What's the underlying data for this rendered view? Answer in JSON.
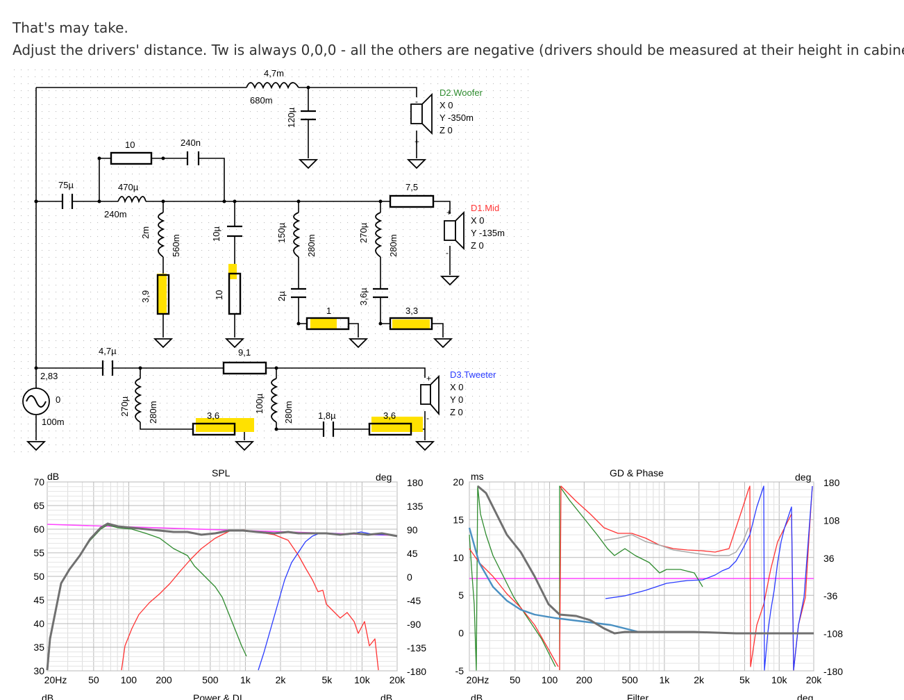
{
  "post": {
    "line1": "That's may take.",
    "line2": "Adjust the drivers' distance. Tw is always 0,0,0 - all the others are negative (drivers should be measured at their height in cabinet, s"
  },
  "schematic": {
    "woofer": {
      "name": "D2.Woofer",
      "x": "X 0",
      "y": "Y -350m",
      "z": "Z 0"
    },
    "mid": {
      "name": "D1.Mid",
      "x": "X 0",
      "y": "Y -135m",
      "z": "Z 0"
    },
    "tweeter": {
      "name": "D3.Tweeter",
      "x": "X 0",
      "y": "Y 0",
      "z": "Z 0"
    },
    "labels": {
      "l_4_7m": "4,7m",
      "l_680m": "680m",
      "c_120u": "120µ",
      "r_10": "10",
      "c_240n": "240n",
      "c_75u": "75µ",
      "l_470u": "470µ",
      "l_240m": "240m",
      "r_7_5": "7,5",
      "l_2m": "2m",
      "l_560m": "560m",
      "r_3_9": "3,9",
      "c_10u": "10µ",
      "r_10b": "10",
      "l_150u": "150µ",
      "l_280m_a": "280m",
      "c_2u": "2µ",
      "r_1": "1",
      "l_270u_a": "270µ",
      "l_280m_b": "280m",
      "c_3_6u": "3,6µ",
      "r_3_3": "3,3",
      "c_4_7u": "4,7µ",
      "r_9_1": "9,1",
      "src_v": "2,83",
      "src_ph": "0",
      "src_r": "100m",
      "l_270u_b": "270µ",
      "l_280m_c": "280m",
      "r_3_6a": "3,6",
      "l_100u": "100µ",
      "l_280m_d": "280m",
      "c_1_8u": "1,8µ",
      "r_3_6b": "3,6"
    }
  },
  "spl_chart": {
    "title": "SPL",
    "unit_left": "dB",
    "unit_right": "deg",
    "y_ticks": [
      "70",
      "65",
      "60",
      "55",
      "50",
      "45",
      "40",
      "35",
      "30"
    ],
    "phase_ticks": [
      "180",
      "135",
      "90",
      "45",
      "0",
      "-45",
      "-90",
      "-135",
      "-180"
    ],
    "x_ticks": [
      "20Hz",
      "50",
      "100",
      "200",
      "500",
      "1k",
      "2k",
      "5k",
      "10k",
      "20k"
    ],
    "bottom_label": "Power & DI",
    "bottom_left": "dB",
    "bottom_right": "dB"
  },
  "gd_chart": {
    "title": "GD & Phase",
    "unit_left": "ms",
    "unit_right": "deg",
    "y_ticks": [
      "20",
      "15",
      "10",
      "5",
      "0",
      "-5"
    ],
    "phase_ticks": [
      "180",
      "108",
      "36",
      "-36",
      "-108",
      "-180"
    ],
    "x_ticks": [
      "20Hz",
      "50",
      "100",
      "200",
      "500",
      "1k",
      "2k",
      "5k",
      "10k",
      "20k"
    ],
    "bottom_label": "Filter",
    "bottom_left": "dB",
    "bottom_right": "deg"
  },
  "colors": {
    "woofer": "#2e8b2e",
    "mid": "#ff3333",
    "tweeter": "#2a3bff",
    "sum": "#707070",
    "target": "#ff44ff",
    "highlight": "#ffe100"
  }
}
